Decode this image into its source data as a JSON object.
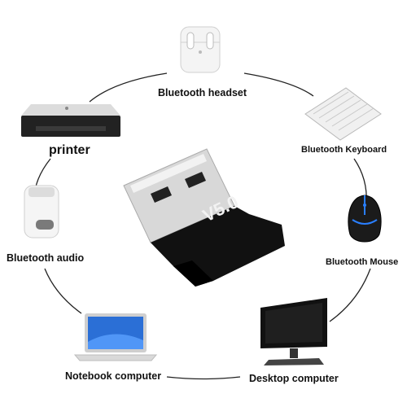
{
  "center_device": {
    "name": "usb-bluetooth-dongle",
    "version_label": "V5.0",
    "body_color": "#111111",
    "metal_color": "#d8d8d8"
  },
  "devices": [
    {
      "id": "headset",
      "label": "Bluetooth headset",
      "icon": "earbuds-case-icon"
    },
    {
      "id": "keyboard",
      "label": "Bluetooth Keyboard",
      "icon": "keyboard-icon"
    },
    {
      "id": "mouse",
      "label": "Bluetooth Mouse",
      "icon": "gaming-mouse-icon"
    },
    {
      "id": "desktop",
      "label": "Desktop computer",
      "icon": "monitor-icon"
    },
    {
      "id": "notebook",
      "label": "Notebook computer",
      "icon": "laptop-icon"
    },
    {
      "id": "audio",
      "label": "Bluetooth audio",
      "icon": "speaker-icon"
    },
    {
      "id": "printer",
      "label": "printer",
      "icon": "printer-icon"
    }
  ],
  "colors": {
    "ring": "#222222",
    "mouse_accent": "#2a7fff",
    "screen": "#2b6fd6"
  }
}
